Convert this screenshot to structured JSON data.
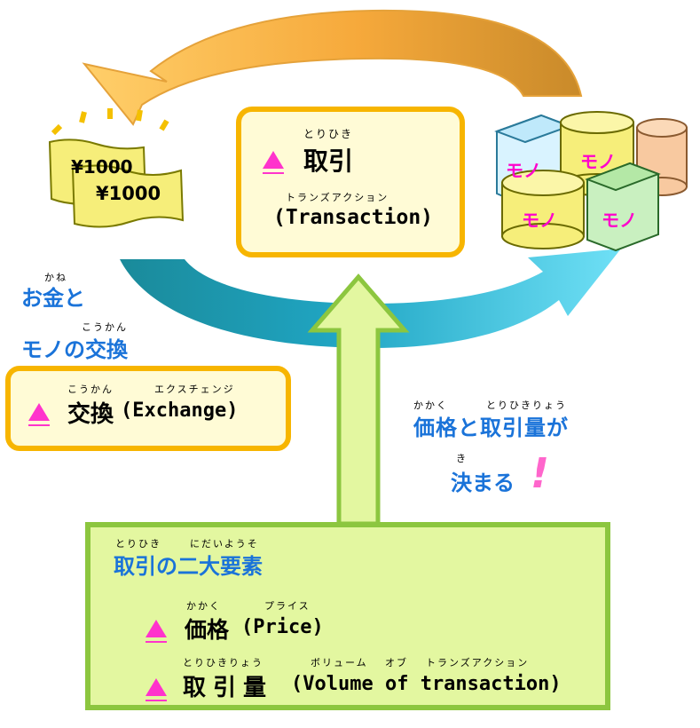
{
  "transaction_box": {
    "ruby": "とりひき",
    "title": "取引",
    "sub_ruby": "トランズアクション",
    "sub": "(Transaction)"
  },
  "money": {
    "note1": "¥1000",
    "note2": "¥1000"
  },
  "goods": {
    "label": "モノ"
  },
  "exchange_caption": {
    "ruby": "かね",
    "line1": "お金と",
    "ruby2": "こうかん",
    "line2": "モノの交換"
  },
  "exchange_box": {
    "ruby1": "こうかん",
    "ruby2": "エクスチェンジ",
    "title": "交換",
    "sub": "(Exchange)"
  },
  "decide_caption": {
    "ruby1": "かかく",
    "ruby2": "とりひきりょう",
    "line1": "価格と取引量が",
    "ruby3": "き",
    "line2": "決まる",
    "exclaim": "!"
  },
  "elements_box": {
    "ruby1": "とりひき",
    "ruby2": "にだいようそ",
    "title": "取引の二大要素",
    "item1_ruby1": "かかく",
    "item1_ruby2": "プライス",
    "item1_title": "価格",
    "item1_sub": "(Price)",
    "item2_ruby1": "とりひきりょう",
    "item2_ruby2": "ボリューム",
    "item2_ruby3": "オブ",
    "item2_ruby4": "トランズアクション",
    "item2_title": "取引量",
    "item2_sub": "(Volume of transaction)"
  },
  "colors": {
    "orange_arrow": "#f6a93b",
    "blue_arrow": "#2ec0e8",
    "teal_arrow": "#1c8a8a",
    "green_arrow": "#b7e04a",
    "box_border": "#f7b500",
    "box_fill": "#fffbd6",
    "green_box_fill": "#e3f7a0",
    "green_box_border": "#8cc63f",
    "accent_magenta": "#ff33cc",
    "caption_blue": "#1a73d9"
  }
}
